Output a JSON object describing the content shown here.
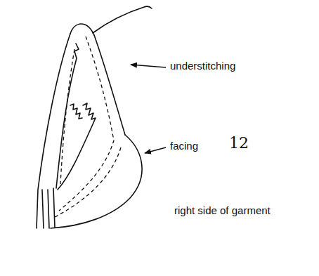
{
  "diagram": {
    "labels": [
      "understitching",
      "facing",
      "12",
      "right side of garment"
    ]
  }
}
